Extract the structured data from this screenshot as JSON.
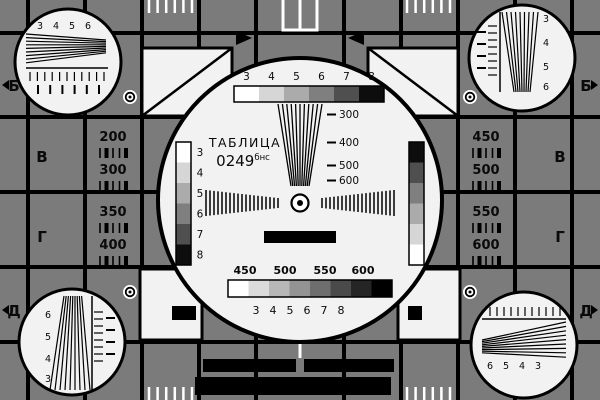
{
  "colors": {
    "background": "#7b7b7b",
    "grid_line": "#000000",
    "card_white": "#f2f2f2",
    "mark_black": "#050505"
  },
  "center": {
    "name_line": "ТАБЛИЦА",
    "number": "0249",
    "number_sup": "бнс",
    "top_scale": {
      "labels": [
        "3",
        "4",
        "5",
        "6",
        "7",
        "8"
      ],
      "steps": [
        "#ffffff",
        "#d6d6d6",
        "#ababab",
        "#7f7f7f",
        "#4f4f4f",
        "#0d0d0d"
      ]
    },
    "wedge_freq_labels": [
      "300",
      "400",
      "500",
      "600"
    ],
    "left_scale": {
      "labels": [
        "3",
        "4",
        "5",
        "6",
        "7",
        "8"
      ],
      "steps": [
        "#ffffff",
        "#d6d6d6",
        "#ababab",
        "#7f7f7f",
        "#4f4f4f",
        "#0d0d0d"
      ]
    },
    "right_scale": {
      "steps": [
        "#0d0d0d",
        "#4f4f4f",
        "#7f7f7f",
        "#ababab",
        "#d6d6d6",
        "#ffffff"
      ]
    },
    "bottom_freq_labels": [
      "450",
      "500",
      "550",
      "600"
    ],
    "bottom_scale": {
      "labels": [
        "3",
        "4",
        "5",
        "6",
        "7",
        "8"
      ],
      "steps": [
        "#ffffff",
        "#dbdbdb",
        "#b7b7b7",
        "#939393",
        "#6e6e6e",
        "#4a4a4a",
        "#252525",
        "#000000"
      ]
    }
  },
  "left_panel": {
    "values": [
      "200",
      "300",
      "350",
      "400"
    ]
  },
  "right_panel": {
    "values": [
      "450",
      "500",
      "550",
      "600"
    ]
  },
  "edge_letters": {
    "left": [
      "Б",
      "В",
      "Г",
      "Д"
    ],
    "right": [
      "Б",
      "В",
      "Г",
      "Д"
    ]
  },
  "corner_circles": {
    "top_left": {
      "labels": [
        "3",
        "4",
        "5",
        "6"
      ]
    },
    "top_right": {
      "labels": [
        "3",
        "4",
        "5",
        "6"
      ]
    },
    "bottom_left": {
      "labels": [
        "6",
        "5",
        "4",
        "3"
      ]
    },
    "bottom_right": {
      "labels": [
        "6",
        "5",
        "4",
        "3"
      ]
    }
  }
}
